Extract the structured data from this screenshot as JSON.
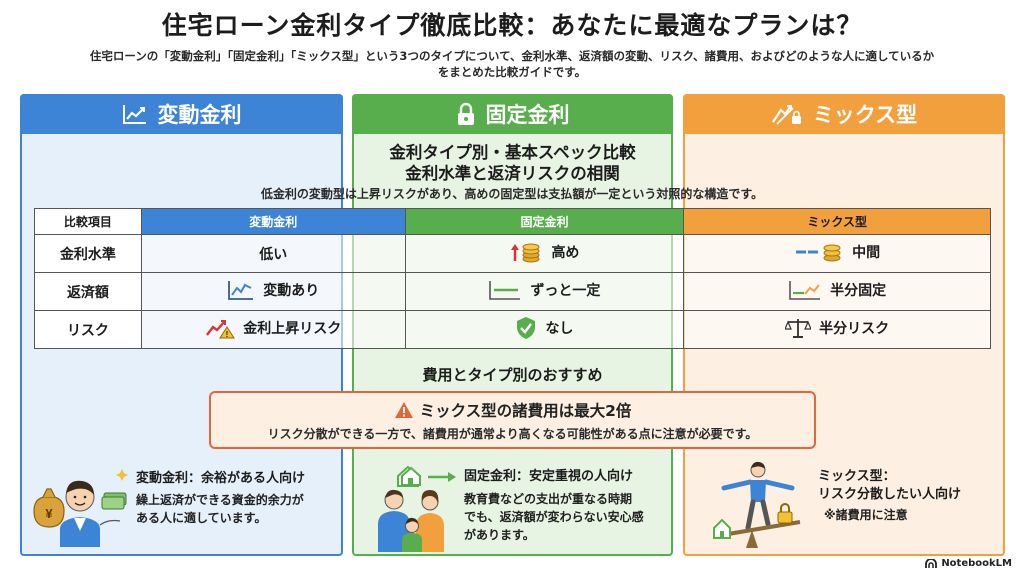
{
  "header": {
    "title": "住宅ローン金利タイプ徹底比較：あなたに最適なプランは？",
    "subtitle_line1": "住宅ローンの「変動金利」「固定金利」「ミックス型」という3つのタイプについて、金利水準、返済額の変動、リスク、諸費用、およびどのような人に適しているか",
    "subtitle_line2": "をまとめた比較ガイドです。"
  },
  "columns": {
    "variable": {
      "label": "変動金利",
      "icon": "trend-up-icon",
      "color": "#3d84d6"
    },
    "fixed": {
      "label": "固定金利",
      "icon": "lock-icon",
      "color": "#58ad4d"
    },
    "mix": {
      "label": "ミックス型",
      "icon": "mixed-rate-icon",
      "color": "#f2a03e"
    }
  },
  "spec": {
    "title_line1": "金利タイプ別・基本スペック比較",
    "title_line2": "金利水準と返済リスクの相関",
    "description": "低金利の変動型は上昇リスクがあり、高めの固定型は支払額が一定という対照的な構造です。"
  },
  "table": {
    "headers": [
      "比較項目",
      "変動金利",
      "固定金利",
      "ミックス型"
    ],
    "rows": [
      {
        "item": "金利水準",
        "variable": "低い",
        "fixed": "高め",
        "mix": "中間"
      },
      {
        "item": "返済額",
        "variable": "変動あり",
        "fixed": "ずっと一定",
        "mix": "半分固定"
      },
      {
        "item": "リスク",
        "variable": "金利上昇リスク",
        "fixed": "なし",
        "mix": "半分リスク"
      }
    ]
  },
  "recommend": {
    "section_title": "費用とタイプ別のおすすめ",
    "warning_title": "ミックス型の諸費用は最大2倍",
    "warning_text": "リスク分散ができる一方で、諸費用が通常より高くなる可能性がある点に注意が必要です。",
    "variable_head": "変動金利：余裕がある人向け",
    "variable_text_line1": "繰上返済ができる資金的余力が",
    "variable_text_line2": "ある人に適しています。",
    "fixed_head": "固定金利：安定重視の人向け",
    "fixed_text_line1": "教育費などの支出が重なる時期",
    "fixed_text_line2": "でも、返済額が変わらない安心感",
    "fixed_text_line3": "があります。",
    "mix_head_line1": "ミックス型：",
    "mix_head_line2": "リスク分散したい人向け",
    "mix_note": "※諸費用に注意"
  },
  "footer": {
    "brand": "NotebookLM"
  },
  "colors": {
    "blue": "#3d84d6",
    "green": "#58ad4d",
    "orange": "#f2a03e",
    "warning": "#e0673a"
  }
}
